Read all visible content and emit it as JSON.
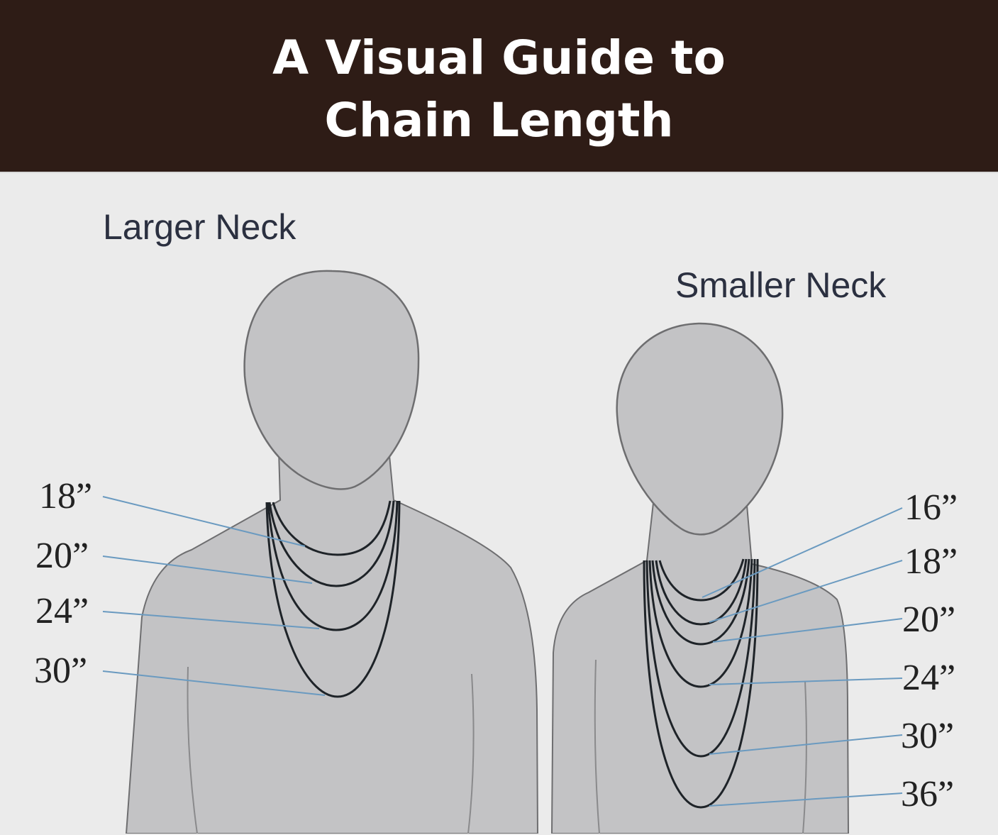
{
  "title": {
    "line1": "A Visual Guide to",
    "line2": "Chain Length"
  },
  "figures": {
    "larger": {
      "caption": "Larger Neck",
      "lengths": [
        "18”",
        "20”",
        "24”",
        "30”"
      ]
    },
    "smaller": {
      "caption": "Smaller Neck",
      "lengths": [
        "16”",
        "18”",
        "20”",
        "24”",
        "30”",
        "36”"
      ]
    }
  },
  "colors": {
    "header_bg": "#2e1c16",
    "panel_bg": "#ebebeb",
    "silhouette": "#c3c3c5",
    "outline": "#6e6e70",
    "chain": "#1e2328",
    "leader": "#6a9ac0"
  }
}
